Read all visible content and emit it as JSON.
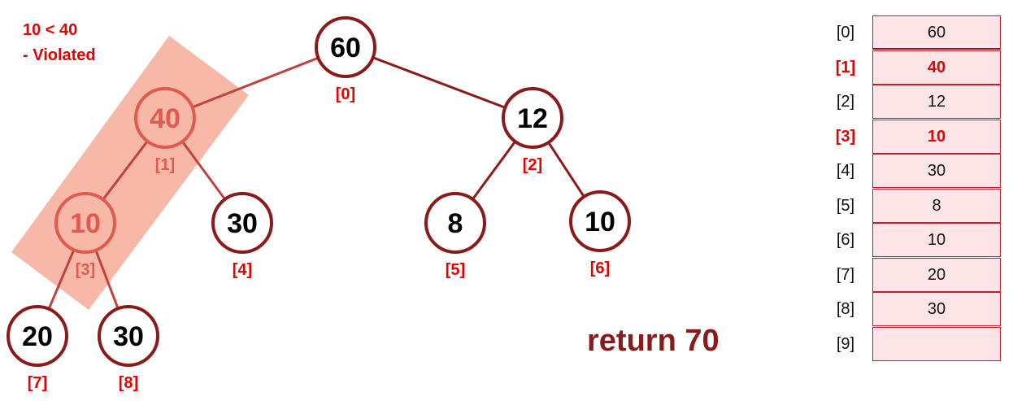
{
  "notes": {
    "line1": "10 < 40",
    "line2": "- Violated"
  },
  "return_text": "return 70",
  "colors": {
    "edge": "#8b1a1a",
    "node_border": "#8b1a1a",
    "highlight_node": "#e05a50",
    "highlight_box": "#f5a08a",
    "index_label": "#e60000",
    "array_fill": "#fde4e6"
  },
  "tree": {
    "nodes": [
      {
        "id": 0,
        "value": "60",
        "index_label": "[0]",
        "highlight": false
      },
      {
        "id": 1,
        "value": "40",
        "index_label": "[1]",
        "highlight": true
      },
      {
        "id": 2,
        "value": "12",
        "index_label": "[2]",
        "highlight": false
      },
      {
        "id": 3,
        "value": "10",
        "index_label": "[3]",
        "highlight": true
      },
      {
        "id": 4,
        "value": "30",
        "index_label": "[4]",
        "highlight": false
      },
      {
        "id": 5,
        "value": "8",
        "index_label": "[5]",
        "highlight": false
      },
      {
        "id": 6,
        "value": "10",
        "index_label": "[6]",
        "highlight": false
      },
      {
        "id": 7,
        "value": "20",
        "index_label": "[7]",
        "highlight": false
      },
      {
        "id": 8,
        "value": "30",
        "index_label": "[8]",
        "highlight": false
      }
    ],
    "edges": [
      [
        0,
        1
      ],
      [
        0,
        2
      ],
      [
        1,
        3
      ],
      [
        1,
        4
      ],
      [
        2,
        5
      ],
      [
        2,
        6
      ],
      [
        3,
        7
      ],
      [
        3,
        8
      ]
    ]
  },
  "array": [
    {
      "index": "[0]",
      "value": "60",
      "highlight": false
    },
    {
      "index": "[1]",
      "value": "40",
      "highlight": true
    },
    {
      "index": "[2]",
      "value": "12",
      "highlight": false
    },
    {
      "index": "[3]",
      "value": "10",
      "highlight": true
    },
    {
      "index": "[4]",
      "value": "30",
      "highlight": false
    },
    {
      "index": "[5]",
      "value": "8",
      "highlight": false
    },
    {
      "index": "[6]",
      "value": "10",
      "highlight": false
    },
    {
      "index": "[7]",
      "value": "20",
      "highlight": false
    },
    {
      "index": "[8]",
      "value": "30",
      "highlight": false
    },
    {
      "index": "[9]",
      "value": "",
      "highlight": false
    }
  ]
}
